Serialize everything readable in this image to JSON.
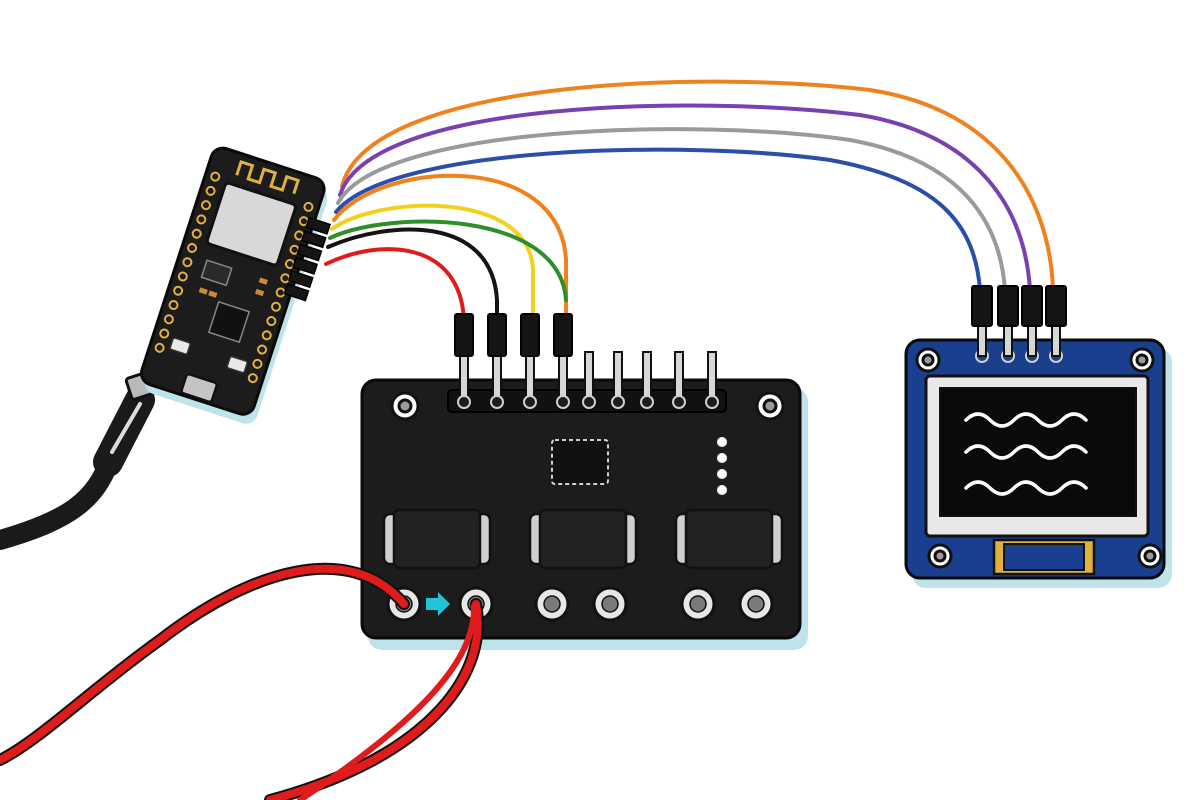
{
  "scene": {
    "esp_board": {
      "name": "esp-dev-board",
      "usb": "micro-usb"
    },
    "ina_board": {
      "name": "current-sensor-module",
      "header_pins": 9,
      "shunts": 3,
      "screw_terminals": 6,
      "leds": 4,
      "flow_arrow": "arrow-right-icon"
    },
    "oled_board": {
      "name": "oled-display-module",
      "pins": 4,
      "screen_content": "wave-lines"
    }
  },
  "colors": {
    "background": "#ffffff",
    "pcb_black": "#1c1c1c",
    "pcb_blue": "#1b3f8f",
    "board_shadow": "#bfe3ea",
    "wire_orange": "#f0821e",
    "wire_purple": "#7a3fb0",
    "wire_gray": "#9a9a9a",
    "wire_blue": "#2b4fa8",
    "wire_yellow": "#f0d21e",
    "wire_green": "#2e8f2a",
    "wire_black": "#141414",
    "wire_red": "#e01b1b",
    "cable_black": "#1a1a1a",
    "arrow_cyan": "#22c3d6",
    "metal": "#cfcfcf",
    "screen_bg": "#0a0a0a",
    "screen_fg": "#ffffff",
    "gold": "#e0b040"
  },
  "wires": [
    {
      "name": "wire-orange-oled",
      "color": "wire_orange"
    },
    {
      "name": "wire-purple-oled",
      "color": "wire_purple"
    },
    {
      "name": "wire-gray-oled",
      "color": "wire_gray"
    },
    {
      "name": "wire-blue-oled",
      "color": "wire_blue"
    },
    {
      "name": "wire-orange-sensor",
      "color": "wire_orange"
    },
    {
      "name": "wire-yellow-sensor",
      "color": "wire_yellow"
    },
    {
      "name": "wire-green-sensor",
      "color": "wire_green"
    },
    {
      "name": "wire-black-sensor",
      "color": "wire_black"
    },
    {
      "name": "wire-red-sensor",
      "color": "wire_red"
    },
    {
      "name": "wire-red-load-in",
      "color": "wire_red"
    },
    {
      "name": "wire-red-load-out",
      "color": "wire_red"
    }
  ]
}
